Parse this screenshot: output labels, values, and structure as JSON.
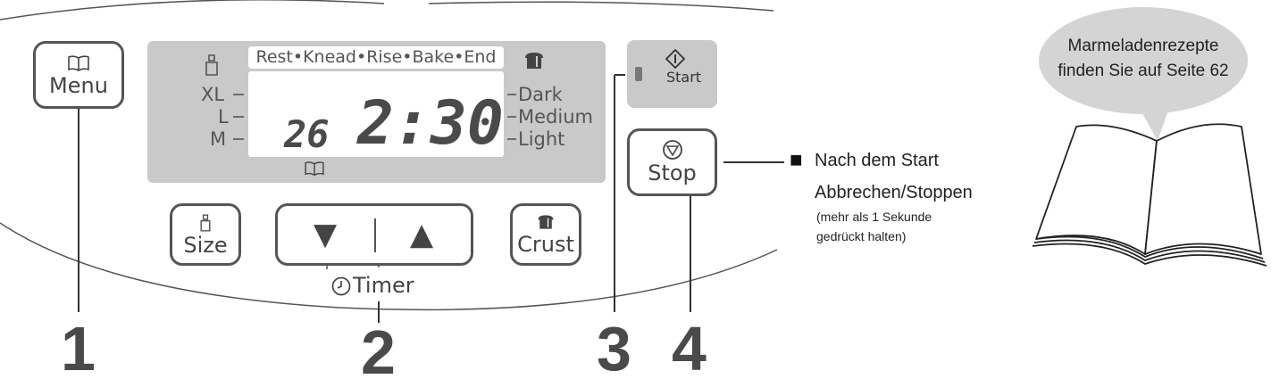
{
  "panel": {
    "menu_label": "Menu",
    "stages": "Rest•Knead•Rise•Bake•End",
    "sizes": [
      "XL",
      "L",
      "M"
    ],
    "crust_levels": [
      "Dark",
      "Medium",
      "Light"
    ],
    "display_menu_number": "26",
    "display_time": "2:30",
    "start_label": "Start",
    "stop_label": "Stop",
    "size_label": "Size",
    "crust_label": "Crust",
    "down_arrow": "▼",
    "up_arrow": "▲",
    "timer_label": "Timer"
  },
  "callouts": [
    "1",
    "2",
    "3",
    "4"
  ],
  "stop_note": {
    "bullet": "■",
    "line1": "Nach dem Start",
    "line2": "Abbrechen/Stoppen",
    "line3": "(mehr als 1 Sekunde",
    "line4": "gedrückt halten)"
  },
  "book_bubble": {
    "line1": "Marmeladenrezepte",
    "line2": "finden Sie auf Seite 62"
  },
  "colors": {
    "panel_gray": "#c9c9c9",
    "bubble_gray": "#d4d4d4",
    "ink": "#4a4a4a"
  }
}
